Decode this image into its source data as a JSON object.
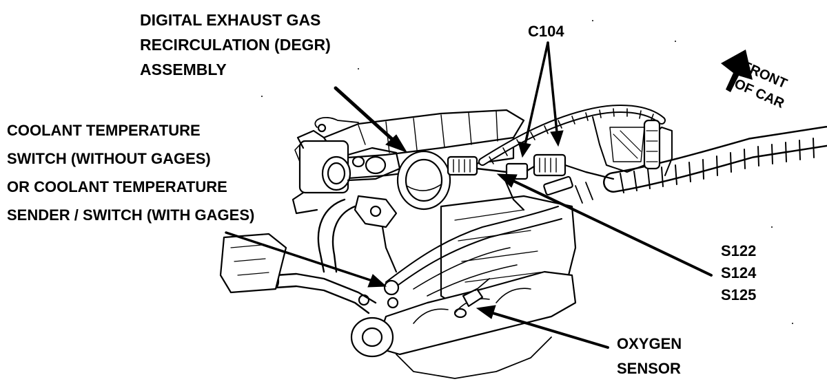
{
  "labels": {
    "degr": [
      "DIGITAL EXHAUST GAS",
      "RECIRCULATION (DEGR)",
      "ASSEMBLY"
    ],
    "coolant": [
      "COOLANT TEMPERATURE",
      "SWITCH (WITHOUT GAGES)",
      "OR COOLANT TEMPERATURE",
      "SENDER / SWITCH (WITH GAGES)"
    ],
    "c104": "C104",
    "splices": [
      "S122",
      "S124",
      "S125"
    ],
    "oxygen": [
      "OXYGEN",
      "SENSOR"
    ],
    "front": [
      "FRONT",
      "OF CAR"
    ]
  },
  "icons": {
    "front_arrow": "front-of-car-arrow-icon",
    "engine": "engine-drawing"
  },
  "colors": {
    "ink": "#000000",
    "paper": "#ffffff"
  }
}
